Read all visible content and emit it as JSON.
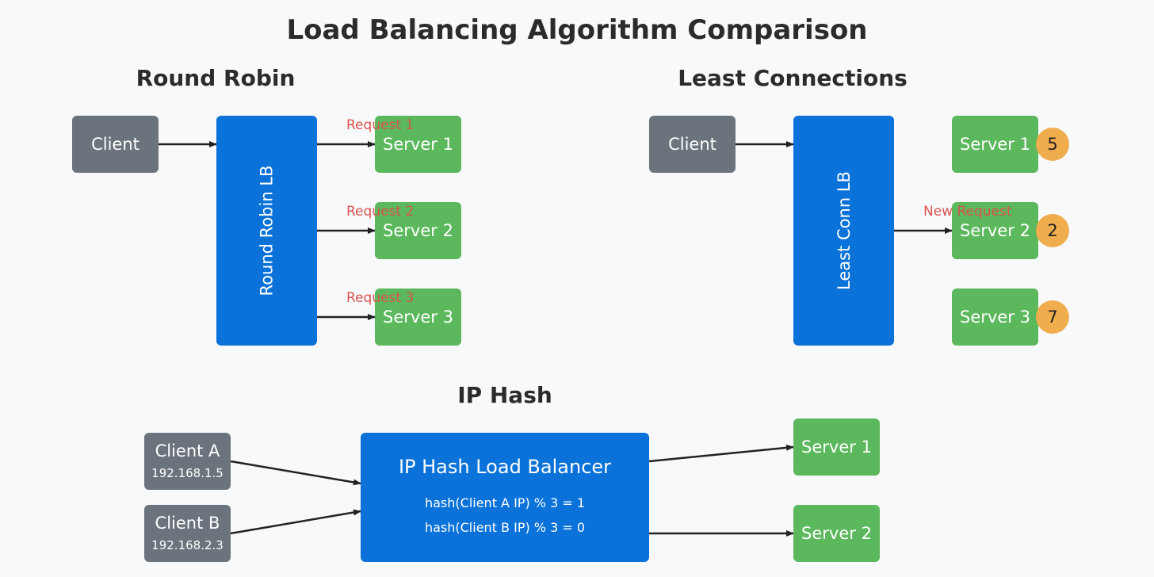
{
  "title": "Load Balancing Algorithm Comparison",
  "round_robin": {
    "title": "Round Robin",
    "client": "Client",
    "lb": "Round Robin LB",
    "servers": [
      "Server 1",
      "Server 2",
      "Server 3"
    ],
    "requests": [
      "Request 1",
      "Request 2",
      "Request 3"
    ]
  },
  "least_conn": {
    "title": "Least Connections",
    "client": "Client",
    "lb": "Least Conn LB",
    "servers": [
      "Server 1",
      "Server 2",
      "Server 3"
    ],
    "connections": [
      "5",
      "2",
      "7"
    ],
    "request": "New Request"
  },
  "ip_hash": {
    "title": "IP Hash",
    "clients": [
      {
        "name": "Client A",
        "ip": "192.168.1.5"
      },
      {
        "name": "Client B",
        "ip": "192.168.2.3"
      }
    ],
    "lb": {
      "title": "IP Hash Load Balancer",
      "line1": "hash(Client A IP) % 3 = 1",
      "line2": "hash(Client B IP) % 3 = 0"
    },
    "servers": [
      "Server 1",
      "Server 2"
    ]
  },
  "colors": {
    "client": "#6b737c",
    "server": "#5cb85c",
    "load_balancer": "#0a72d9",
    "badge": "#f0ad4e",
    "request_label": "#d9534f"
  }
}
